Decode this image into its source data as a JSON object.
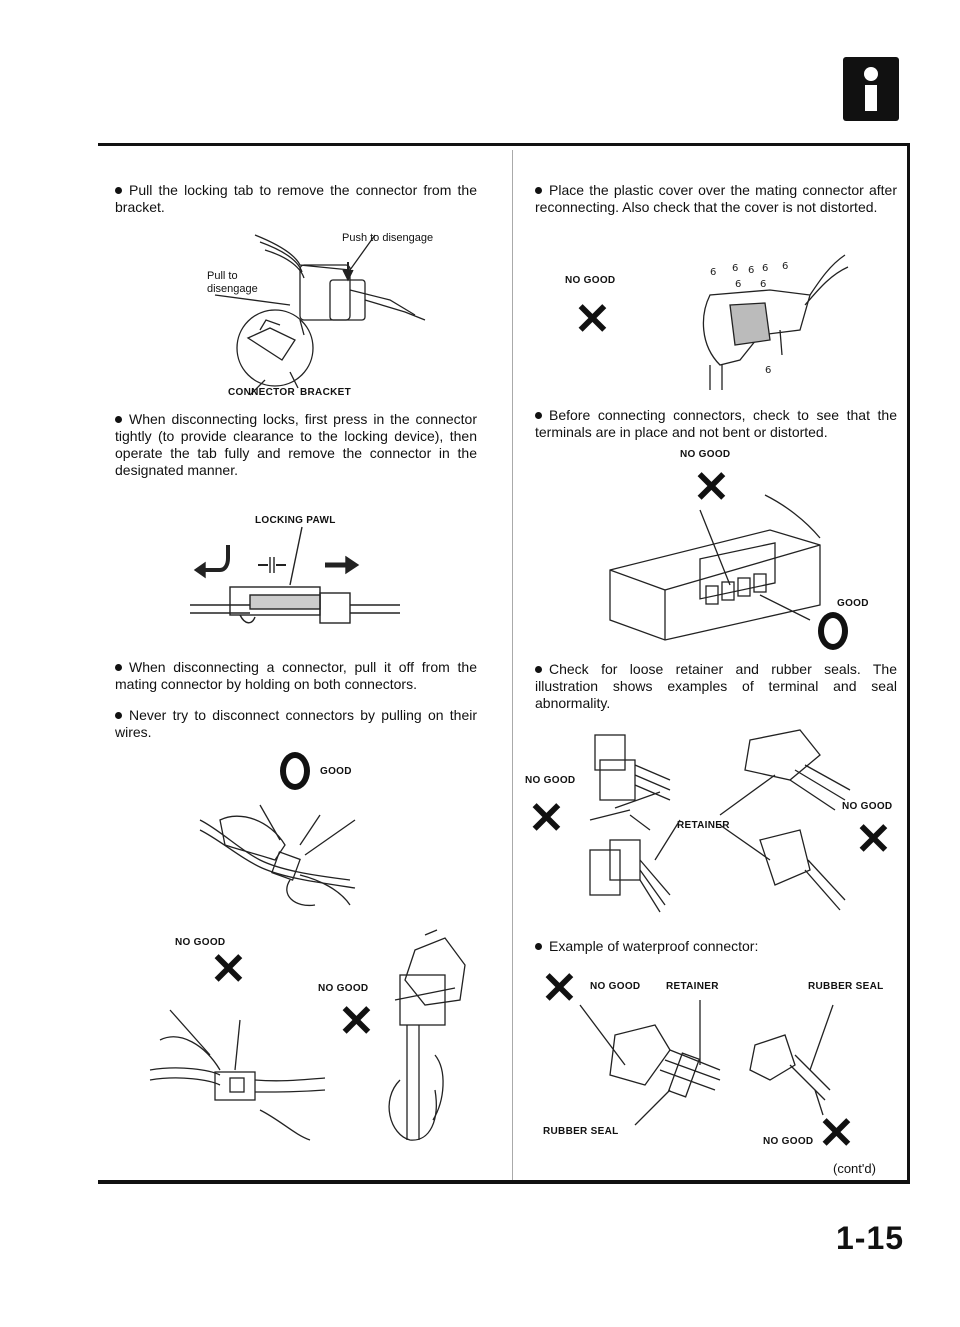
{
  "bullets": {
    "pull_tab": "Pull the locking tab to remove the connector from the bracket.",
    "disconnect_locks": "When disconnecting locks, first press in the connector tightly (to provide clearance to the locking device), then operate the tab fully and remove the connector in the designated manner.",
    "pull_off": "When disconnecting a connector, pull it off from the mating connector by holding on both connectors.",
    "never_pull": "Never try to disconnect connectors by pulling on their wires.",
    "plastic_cover": "Place the plastic cover over the mating connector after reconnecting. Also check that the cover is not distorted.",
    "before_connecting": "Before connecting connectors, check to see that the terminals are in place and not bent or distorted.",
    "check_loose": "Check for loose retainer and rubber seals. The illustration shows examples of terminal and seal abnormality.",
    "waterproof": "Example of waterproof connector:"
  },
  "labels": {
    "push_to_disengage": "Push to disengage",
    "pull_to": "Pull to",
    "disengage": "disengage",
    "connector": "CONNECTOR",
    "bracket": "BRACKET",
    "locking_pawl": "LOCKING PAWL",
    "good": "GOOD",
    "no_good": "NO GOOD",
    "retainer": "RETAINER",
    "rubber_seal": "RUBBER SEAL"
  },
  "footer": {
    "contd": "(cont'd)",
    "page_number": "1-15"
  },
  "icons": {
    "section_tab": "info-i-icon",
    "good_mark": "circle-o-icon",
    "bad_mark": "x-mark-icon"
  }
}
